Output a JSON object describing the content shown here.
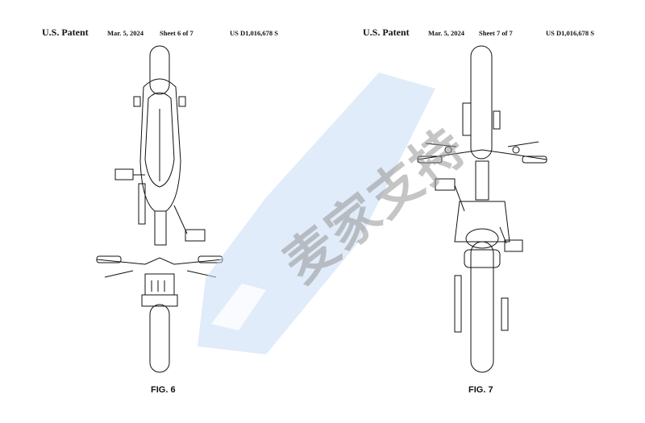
{
  "sheets": [
    {
      "office": "U.S. Patent",
      "date": "Mar. 5, 2024",
      "sheet": "Sheet 6 of 7",
      "patent_no": "US D1,016,678 S",
      "figure": "FIG. 6"
    },
    {
      "office": "U.S. Patent",
      "date": "Mar. 5, 2024",
      "sheet": "Sheet 7 of 7",
      "patent_no": "US D1,016,678 S",
      "figure": "FIG. 7"
    }
  ],
  "watermark": {
    "text": "麦家支持",
    "color": "#c9dcf5"
  }
}
